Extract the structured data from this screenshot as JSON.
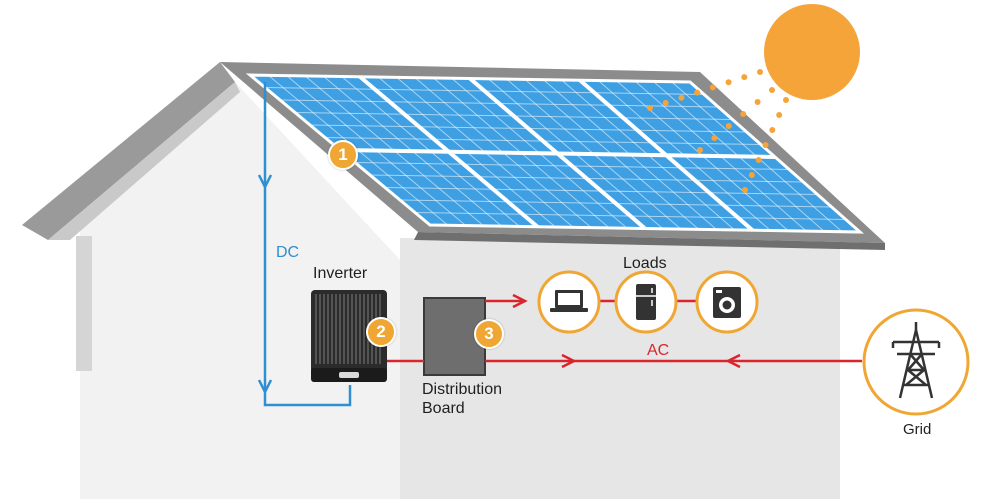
{
  "labels": {
    "dc": "DC",
    "inverter": "Inverter",
    "loads": "Loads",
    "ac": "AC",
    "distribution_line1": "Distribution",
    "distribution_line2": "Board",
    "grid": "Grid"
  },
  "badges": [
    "1",
    "2",
    "3"
  ],
  "icons": [
    "sun-icon",
    "solar-panel-icon",
    "inverter-icon",
    "distribution-board-icon",
    "laptop-icon",
    "refrigerator-icon",
    "washing-machine-icon",
    "power-tower-icon"
  ],
  "colors": {
    "dc_line": "#2f8fd0",
    "ac_line": "#d9262e",
    "accent": "#f0a633",
    "panel": "#3b9be0",
    "roof": "#8e8e8e",
    "wall": "#ececec"
  }
}
